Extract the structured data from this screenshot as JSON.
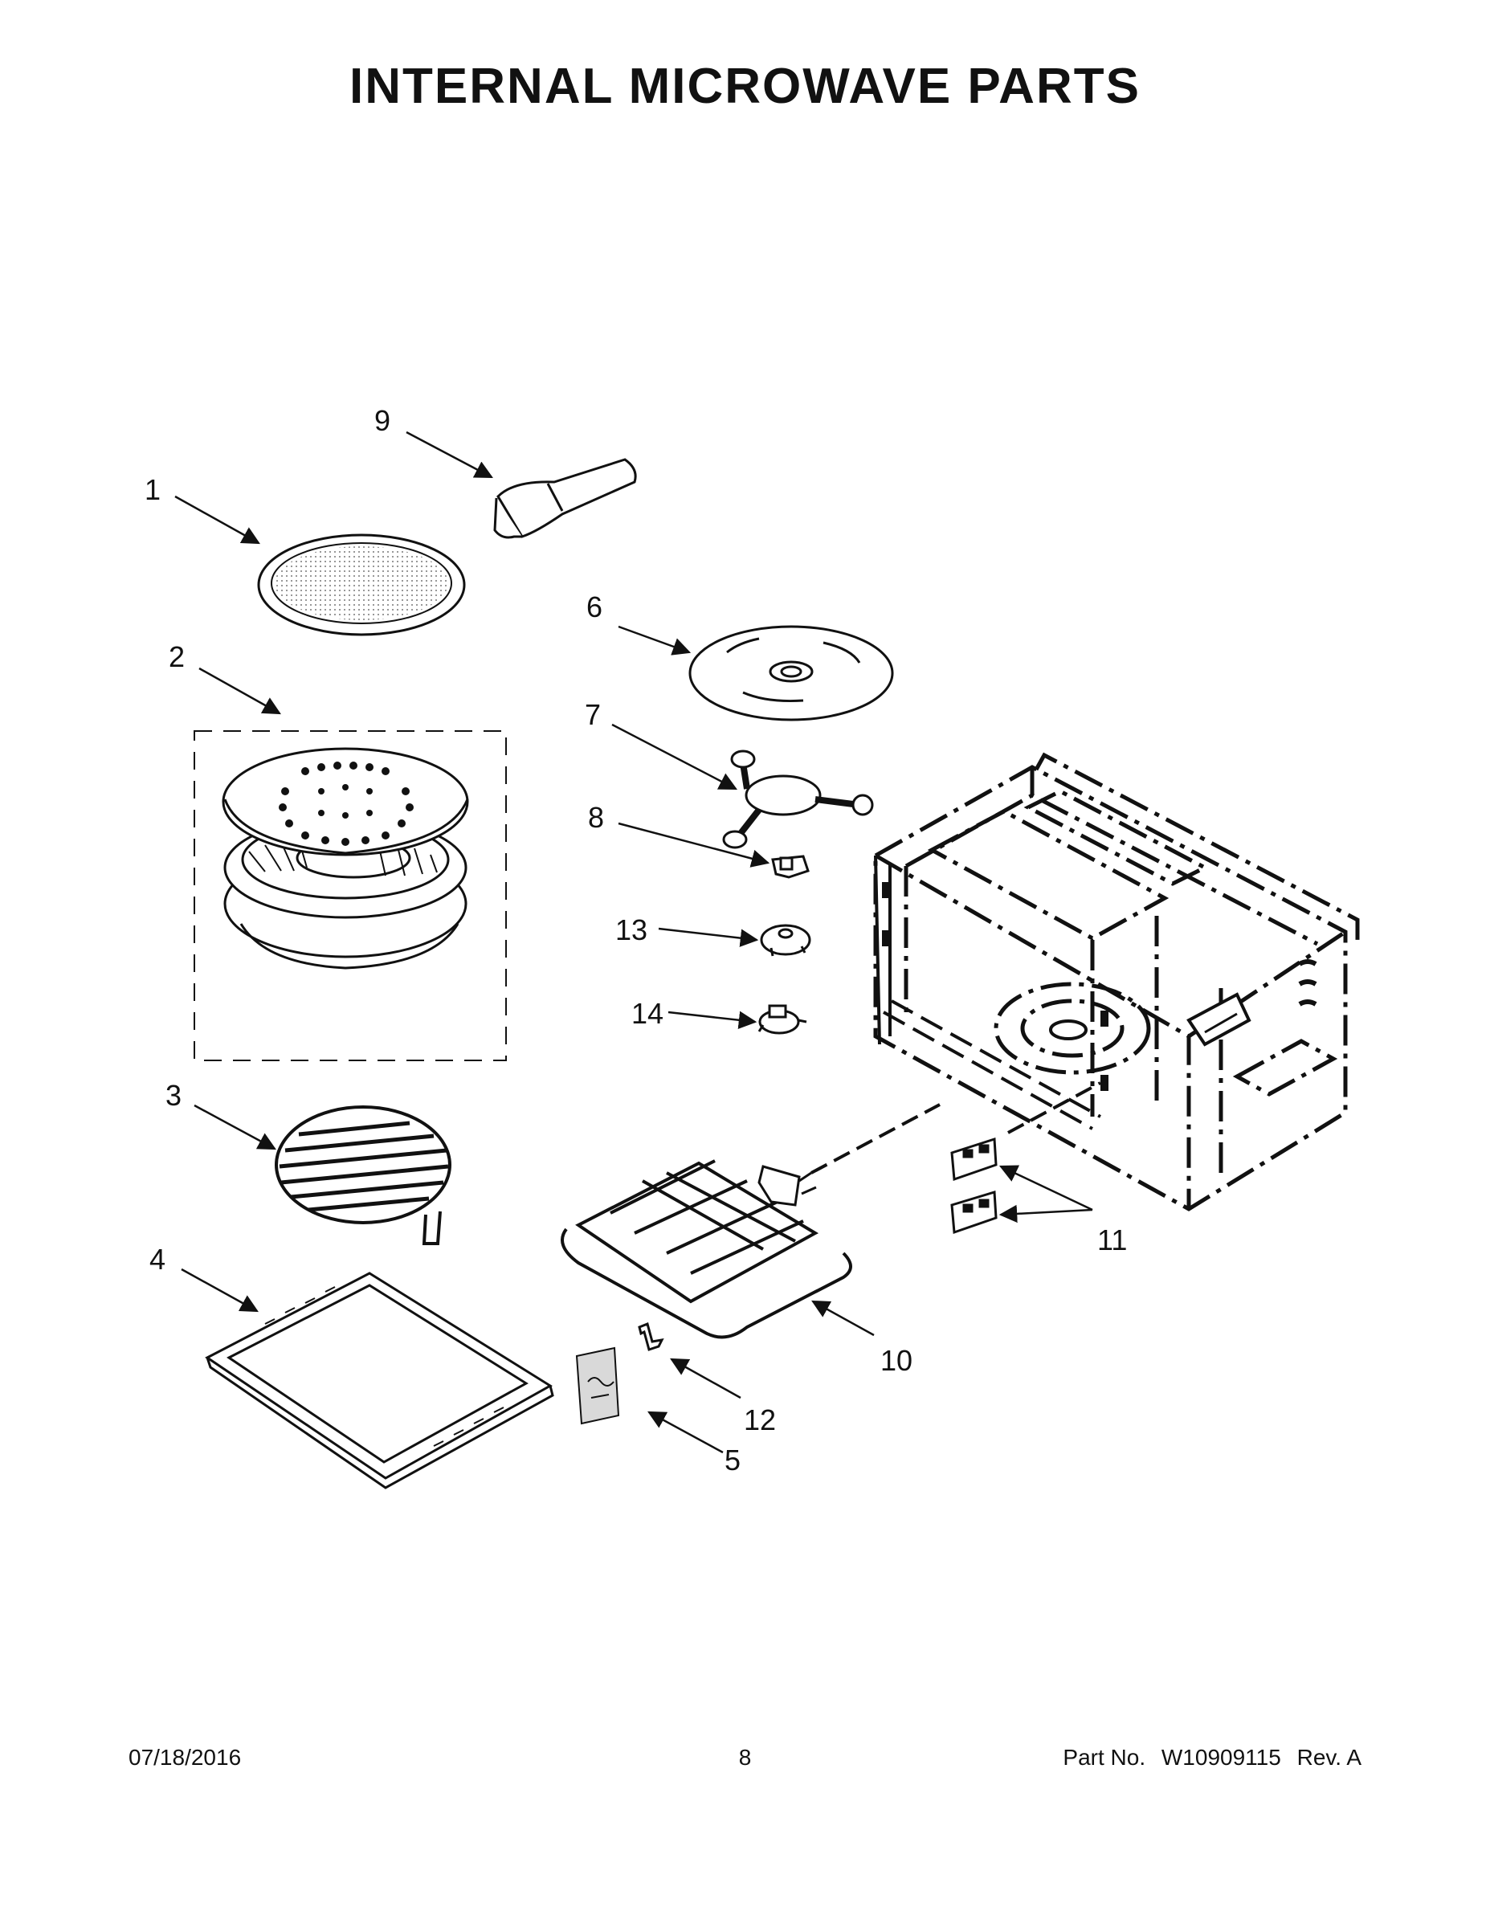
{
  "title": "INTERNAL MICROWAVE PARTS",
  "callouts": {
    "c1": "1",
    "c2": "2",
    "c3": "3",
    "c4": "4",
    "c5": "5",
    "c6": "6",
    "c7": "7",
    "c8": "8",
    "c9": "9",
    "c10": "10",
    "c11": "11",
    "c12": "12",
    "c13": "13",
    "c14": "14"
  },
  "footer": {
    "date": "07/18/2016",
    "page": "8",
    "part_label": "Part No.",
    "part_number": "W10909115",
    "revision": "Rev. A"
  },
  "colors": {
    "ink": "#111111",
    "paper": "#ffffff",
    "tint": "#d9d9d9"
  }
}
